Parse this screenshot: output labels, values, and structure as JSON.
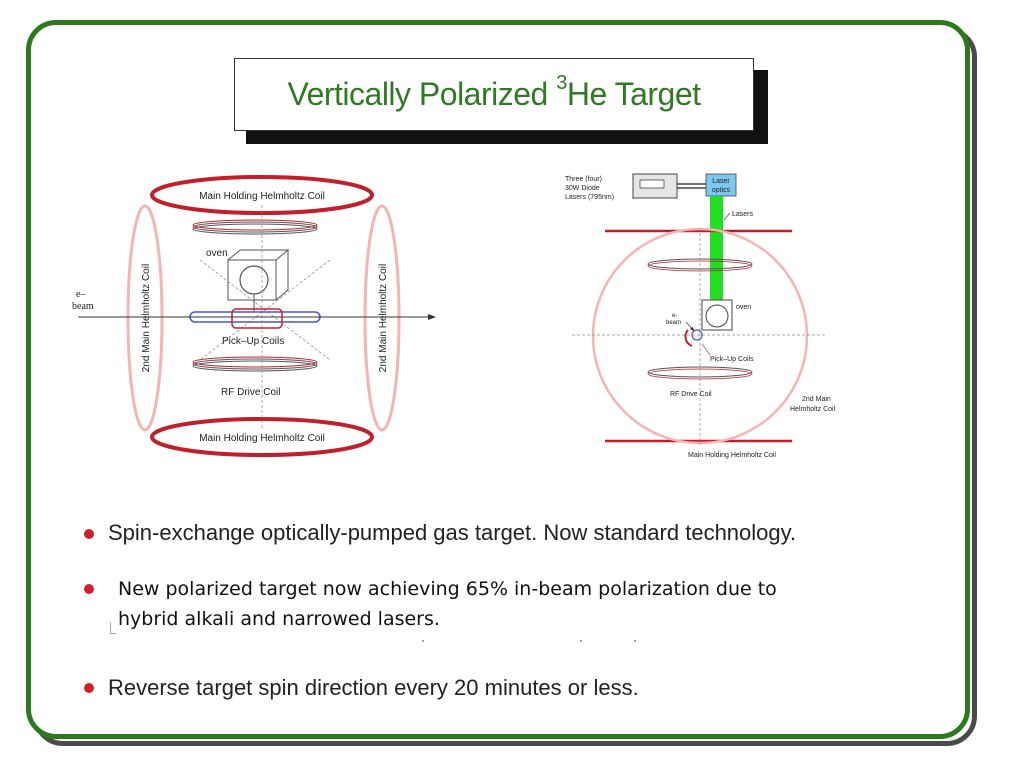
{
  "slide": {
    "title_main": "Vertically Polarized ",
    "title_sup": "3",
    "title_end": "He Target",
    "colors": {
      "frame": "#2d7a1e",
      "title": "#2f7a22",
      "bullet": "#d0202a",
      "coil_dark": "#c0202a",
      "coil_light": "#f5b4b4",
      "laser": "#22dd22",
      "optics": "#7cc8f0"
    }
  },
  "left_figure": {
    "coil_top": "Main Holding Helmholtz Coil",
    "coil_bottom": "Main Holding Helmholtz Coil",
    "coil_left": "2nd Main Helmholtz Coil",
    "coil_right": "2nd Main Helmholtz Coil",
    "oven": "oven",
    "pickup": "Pick–Up Coils",
    "rf": "RF Drive Coil",
    "beam_line1": "e–",
    "beam_line2": "beam"
  },
  "right_figure": {
    "diode_line1": "Three (four)",
    "diode_line2": "30W Diode",
    "diode_line3": "Lasers (795nm)",
    "optics_line1": "Laser",
    "optics_line2": "optics",
    "lasers": "Lasers",
    "oven": "oven",
    "beam_line1": "e-",
    "beam_line2": "beam",
    "pickup": "Pick–Up Coils",
    "rf": "RF Drive Coil",
    "second_line1": "2nd Main",
    "second_line2": "Helmholtz Coil",
    "main": "Main Holding Helmholtz Coil"
  },
  "bullets": [
    {
      "text": "Spin-exchange optically-pumped gas target.  Now standard technology."
    },
    {
      "line1": "New polarized target now achieving 65% in-beam polarization due to",
      "line2": "hybrid alkali and narrowed lasers."
    },
    {
      "text": "Reverse target spin direction every 20 minutes or less."
    }
  ]
}
